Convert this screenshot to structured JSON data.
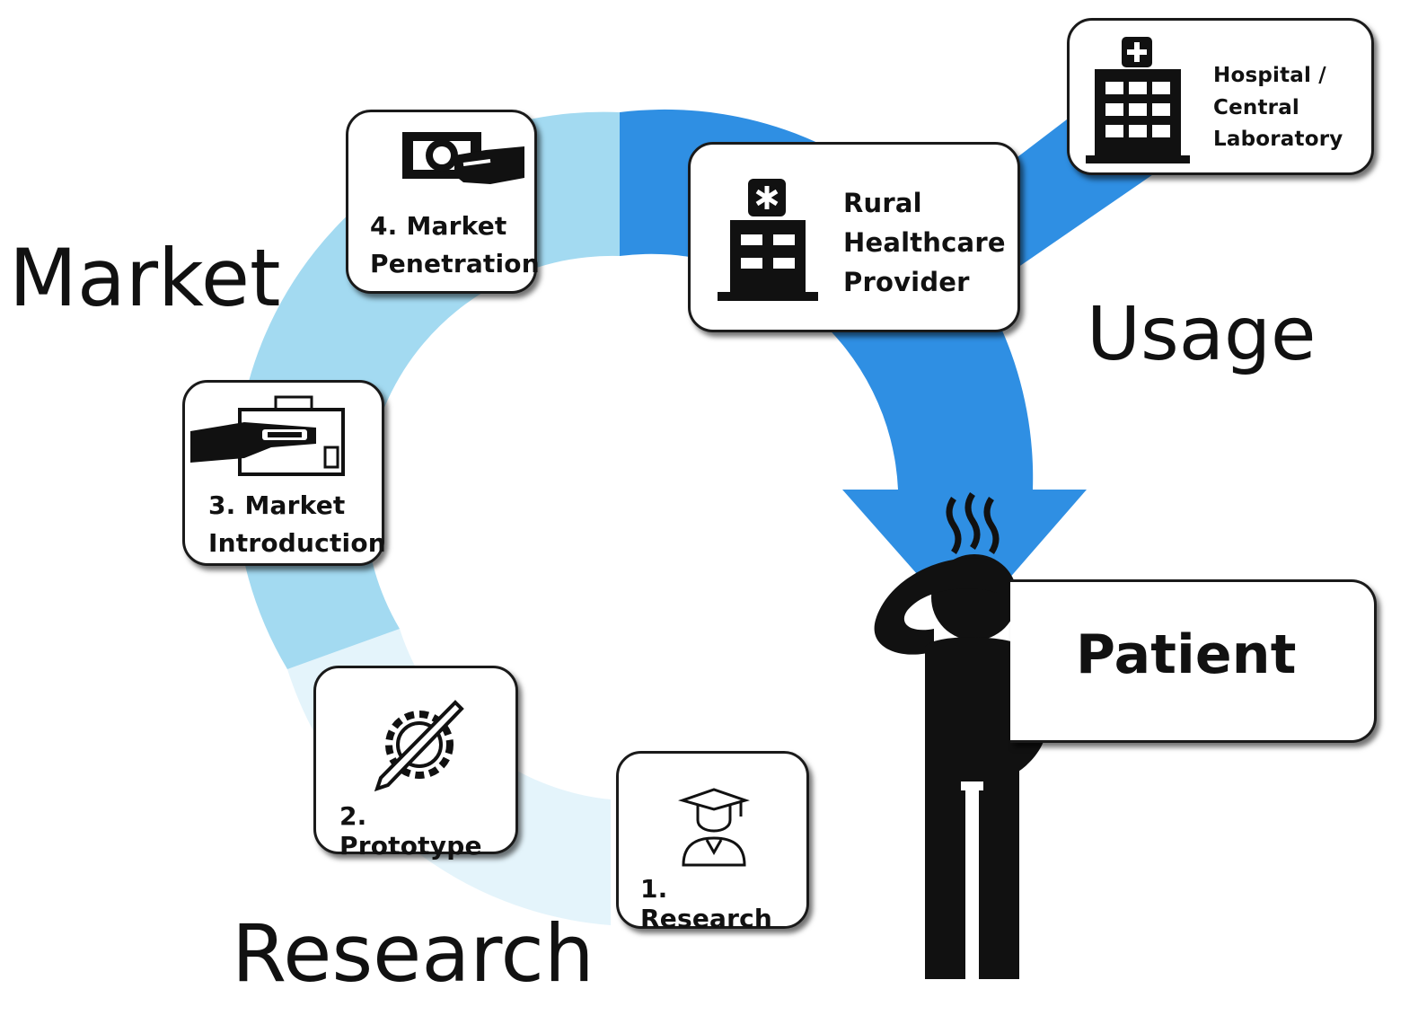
{
  "colors": {
    "ring_light": "#a6dcf2",
    "ring_lighter": "#d6eff9",
    "ring_lightest": "#e8f6fc",
    "usage_blue": "#2f8fe3",
    "ink": "#111111"
  },
  "phases": {
    "market": "Market",
    "usage": "Usage",
    "research": "Research"
  },
  "steps": {
    "research": "1. Research",
    "prototype": "2. Prototype",
    "market_intro_line1": "3. Market",
    "market_intro_line2": "Introduction",
    "market_pen_line1": "4. Market",
    "market_pen_line2": "Penetration"
  },
  "providers": {
    "rural_line1": "Rural",
    "rural_line2": "Healthcare",
    "rural_line3": "Provider",
    "hospital_line1": "Hospital /",
    "hospital_line2": "Central",
    "hospital_line3": "Laboratory"
  },
  "patient": "Patient",
  "icons": {
    "research": "graduate-icon",
    "prototype": "gear-pencil-icon",
    "market_intro": "hand-device-icon",
    "market_pen": "hand-money-icon",
    "rural": "clinic-icon",
    "hospital": "hospital-icon",
    "patient": "confused-person-icon"
  }
}
